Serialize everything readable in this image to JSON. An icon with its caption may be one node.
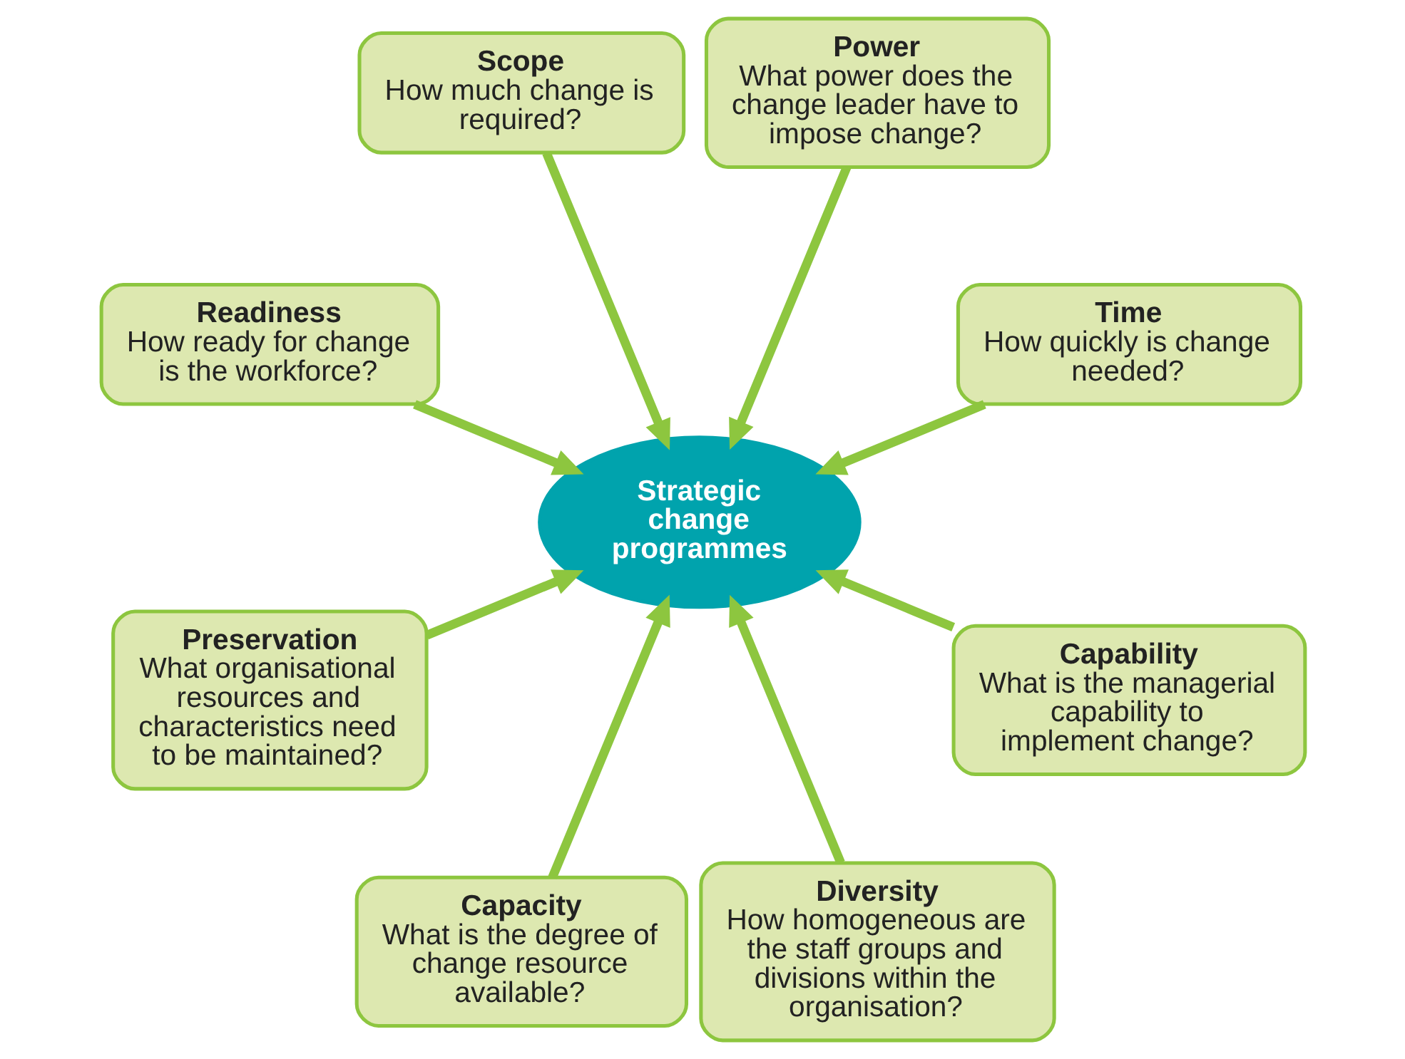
{
  "diagram": {
    "nodes": [
      {
        "text": [
          "Time",
          "How quickly is change needed?"
        ]
      },
      {
        "text": [
          "Power",
          "What power does the change leader have to impose change?"
        ]
      },
      {
        "text": [
          "Scope",
          "How much change is required?"
        ]
      },
      {
        "text": [
          "Readiness",
          "How ready for change is the workforce?"
        ]
      },
      {
        "text": [
          "Strategic change programmes"
        ]
      },
      {
        "text": [
          "Preservation",
          "What organisational resources and characteristics need to be maintained?"
        ]
      },
      {
        "text": [
          "Capacity",
          "What is the degree of change resource available?"
        ]
      },
      {
        "text": [
          "Diversity",
          "How homogeneous are the staff groups and divisions within the organisation?"
        ]
      },
      {
        "text": [
          "Capability",
          "What is the managerial capability to implement change?"
        ]
      }
    ],
    "edges": [
      {
        "from": 0,
        "to": 4,
        "arrow": "to"
      },
      {
        "from": 1,
        "to": 4,
        "arrow": "to"
      },
      {
        "from": 2,
        "to": 4,
        "arrow": "to"
      },
      {
        "from": 3,
        "to": 4,
        "arrow": "to"
      },
      {
        "from": 5,
        "to": 4,
        "arrow": "to"
      },
      {
        "from": 6,
        "to": 4,
        "arrow": "to"
      },
      {
        "from": 7,
        "to": 4,
        "arrow": "to"
      },
      {
        "from": 8,
        "to": 4,
        "arrow": "to"
      }
    ]
  }
}
